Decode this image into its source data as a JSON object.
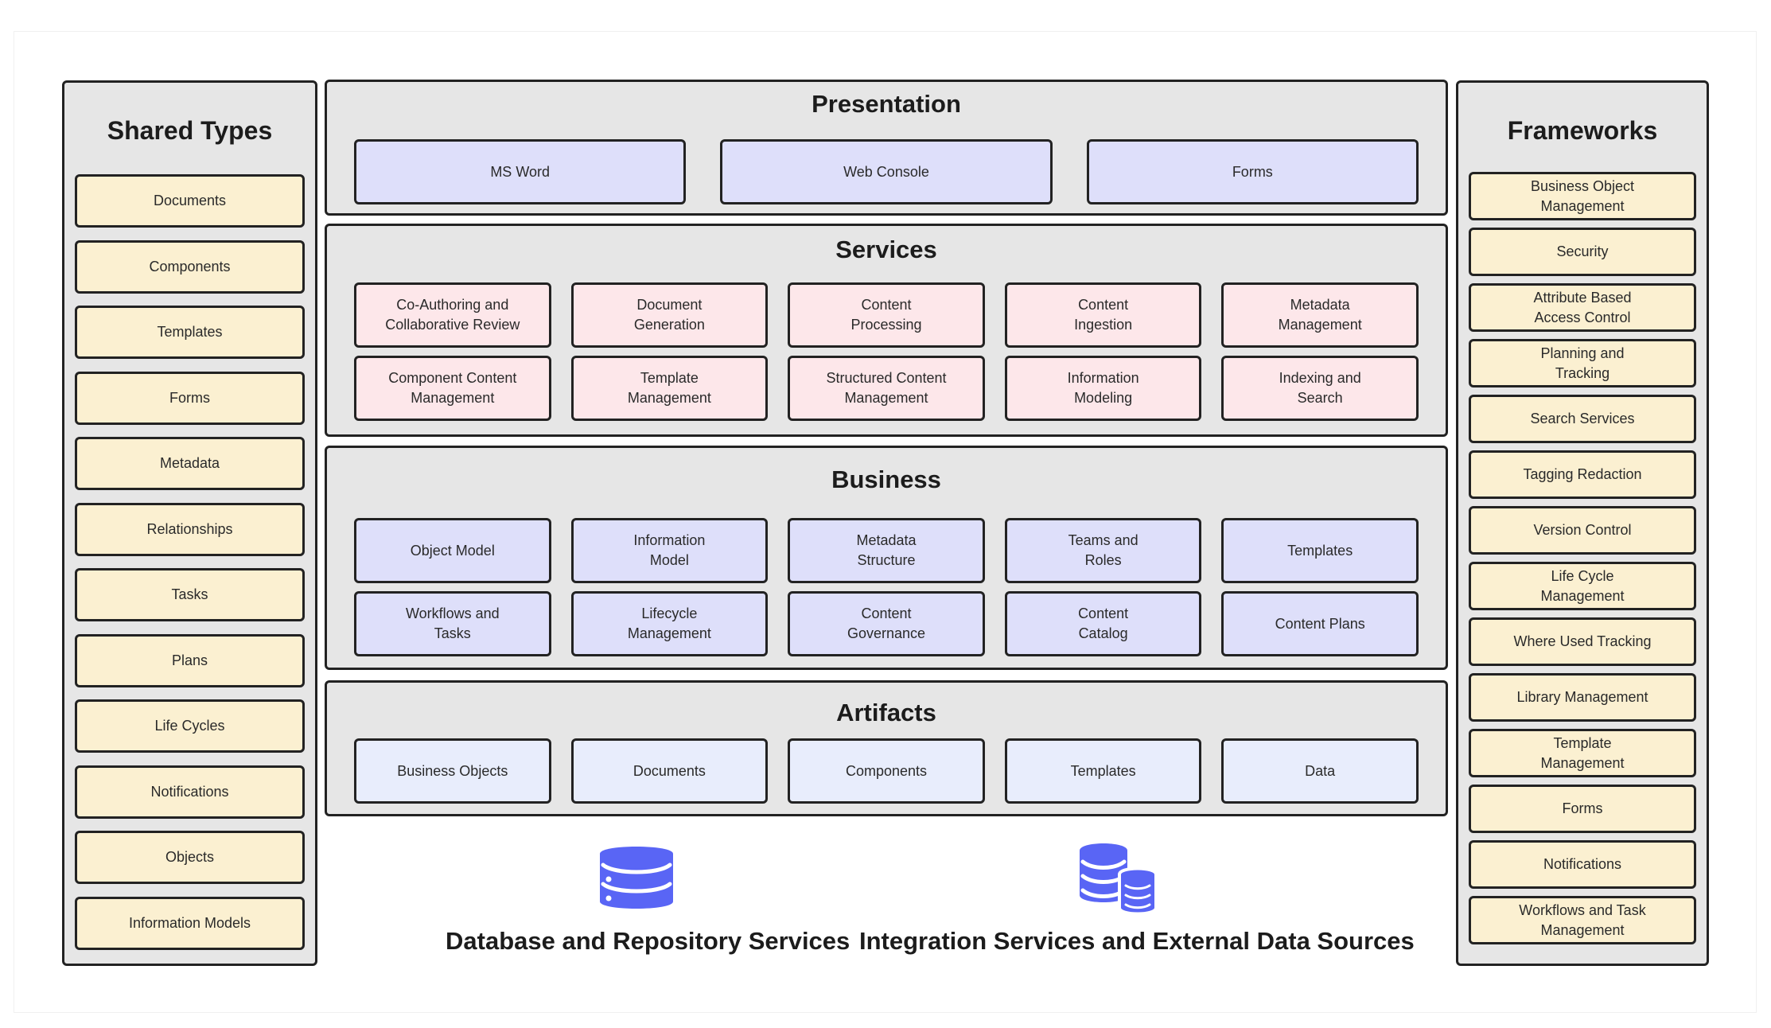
{
  "colors": {
    "panel_bg": "#e6e6e6",
    "border": "#222222",
    "yellow": "#fbf0d1",
    "lavender": "#dedffa",
    "pink": "#fde7ea",
    "pale_blue": "#e8edfc",
    "icon": "#5965f5"
  },
  "shared_types": {
    "title": "Shared Types",
    "items": [
      "Documents",
      "Components",
      "Templates",
      "Forms",
      "Metadata",
      "Relationships",
      "Tasks",
      "Plans",
      "Life Cycles",
      "Notifications",
      "Objects",
      "Information Models"
    ]
  },
  "frameworks": {
    "title": "Frameworks",
    "items": [
      "Business Object\nManagement",
      "Security",
      "Attribute Based\nAccess Control",
      "Planning and\nTracking",
      "Search Services",
      "Tagging Redaction",
      "Version Control",
      "Life Cycle\nManagement",
      "Where Used Tracking",
      "Library Management",
      "Template\nManagement",
      "Forms",
      "Notifications",
      "Workflows and Task\nManagement"
    ]
  },
  "layers": {
    "presentation": {
      "title": "Presentation",
      "items": [
        "MS Word",
        "Web Console",
        "Forms"
      ]
    },
    "services": {
      "title": "Services",
      "items": [
        "Co-Authoring and\nCollaborative Review",
        "Document\nGeneration",
        "Content\nProcessing",
        "Content\nIngestion",
        "Metadata\nManagement",
        "Component Content\nManagement",
        "Template\nManagement",
        "Structured Content\nManagement",
        "Information\nModeling",
        "Indexing and\nSearch"
      ]
    },
    "business": {
      "title": "Business",
      "items": [
        "Object Model",
        "Information\nModel",
        "Metadata\nStructure",
        "Teams and\nRoles",
        "Templates",
        "Workflows and\nTasks",
        "Lifecycle\nManagement",
        "Content\nGovernance",
        "Content\nCatalog",
        "Content Plans"
      ]
    },
    "artifacts": {
      "title": "Artifacts",
      "items": [
        "Business Objects",
        "Documents",
        "Components",
        "Templates",
        "Data"
      ]
    }
  },
  "bottom": {
    "database": {
      "icon": "database-icon",
      "label": "Database and Repository Services"
    },
    "integration": {
      "icon": "multi-database-icon",
      "label": "Integration Services and External Data Sources"
    }
  }
}
